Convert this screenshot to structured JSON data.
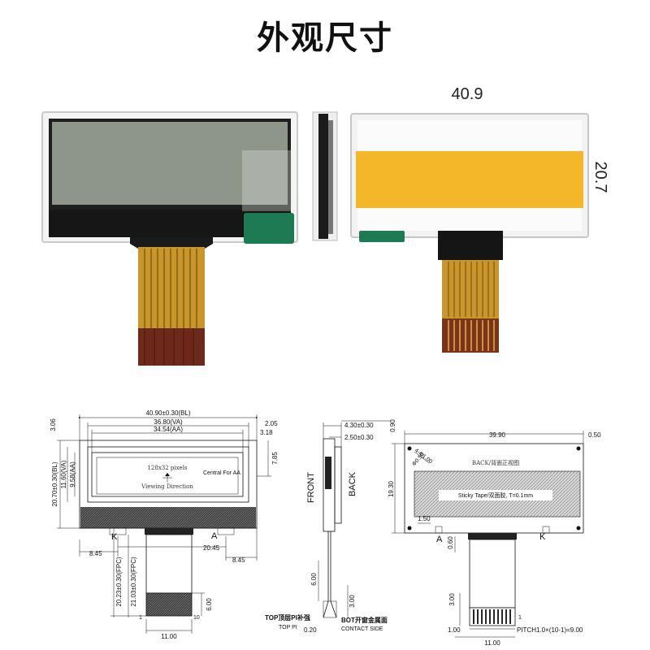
{
  "title": "外观尺寸",
  "photo_dims": {
    "width": "40.9",
    "height": "20.7"
  },
  "drawing": {
    "front": {
      "bl_width": "40.90±0.30(BL)",
      "va_width": "36.80(VA)",
      "aa_width": "34.54(AA)",
      "right_2_05": "2.05",
      "right_3_18": "3.18",
      "left_3_06": "3.06",
      "h_bl": "20.70±0.30(BL)",
      "h_va": "11.60(VA)",
      "h_aa": "9.58(AA)",
      "h_7_85": "7.85",
      "pixels": "128x32 pixels",
      "viewing": "Viewing Direction",
      "central": "Central For AA",
      "k": "K",
      "a": "A",
      "d8_45_left": "8.45",
      "d20_45": "20.45",
      "d8_45_right": "8.45",
      "fpc1": "20.23±0.30(FPC)",
      "fpc2": "21.03±0.30(FPC)",
      "d6_00": "6.00",
      "pin1": "1",
      "pin10": "10",
      "d11_00": "11.00"
    },
    "side": {
      "d4_30": "4.30±0.30",
      "d2_50": "2.50±0.30",
      "d0_90": "0.90",
      "front": "FRONT",
      "back": "BACK",
      "d6_00": "6.00",
      "d3_00": "3.00",
      "top_label": "TOP顶层PI补强",
      "bot_label": "BOT开窗金属面",
      "top_pi": "TOP PI",
      "contact": "CONTACT SIDE",
      "d0_20": "0.20"
    },
    "back": {
      "d39_90": "39.90",
      "d0_50": "0.50",
      "d4_1_00": "4-Φ1.00",
      "d0_50b": "Φ0.50",
      "back_label": "BACK/背面正视图",
      "d19_30": "19.30",
      "sticky": "Sticky Tape/双面胶, T=0.1mm",
      "d1_50": "1.50",
      "a": "A",
      "k": "K",
      "d0_60": "0.60",
      "d3_00": "3.00",
      "d1_00": "1.00",
      "pin1": "1",
      "d11_00": "11.00",
      "pitch": "PITCH1.0×(10-1)=9.00"
    }
  }
}
